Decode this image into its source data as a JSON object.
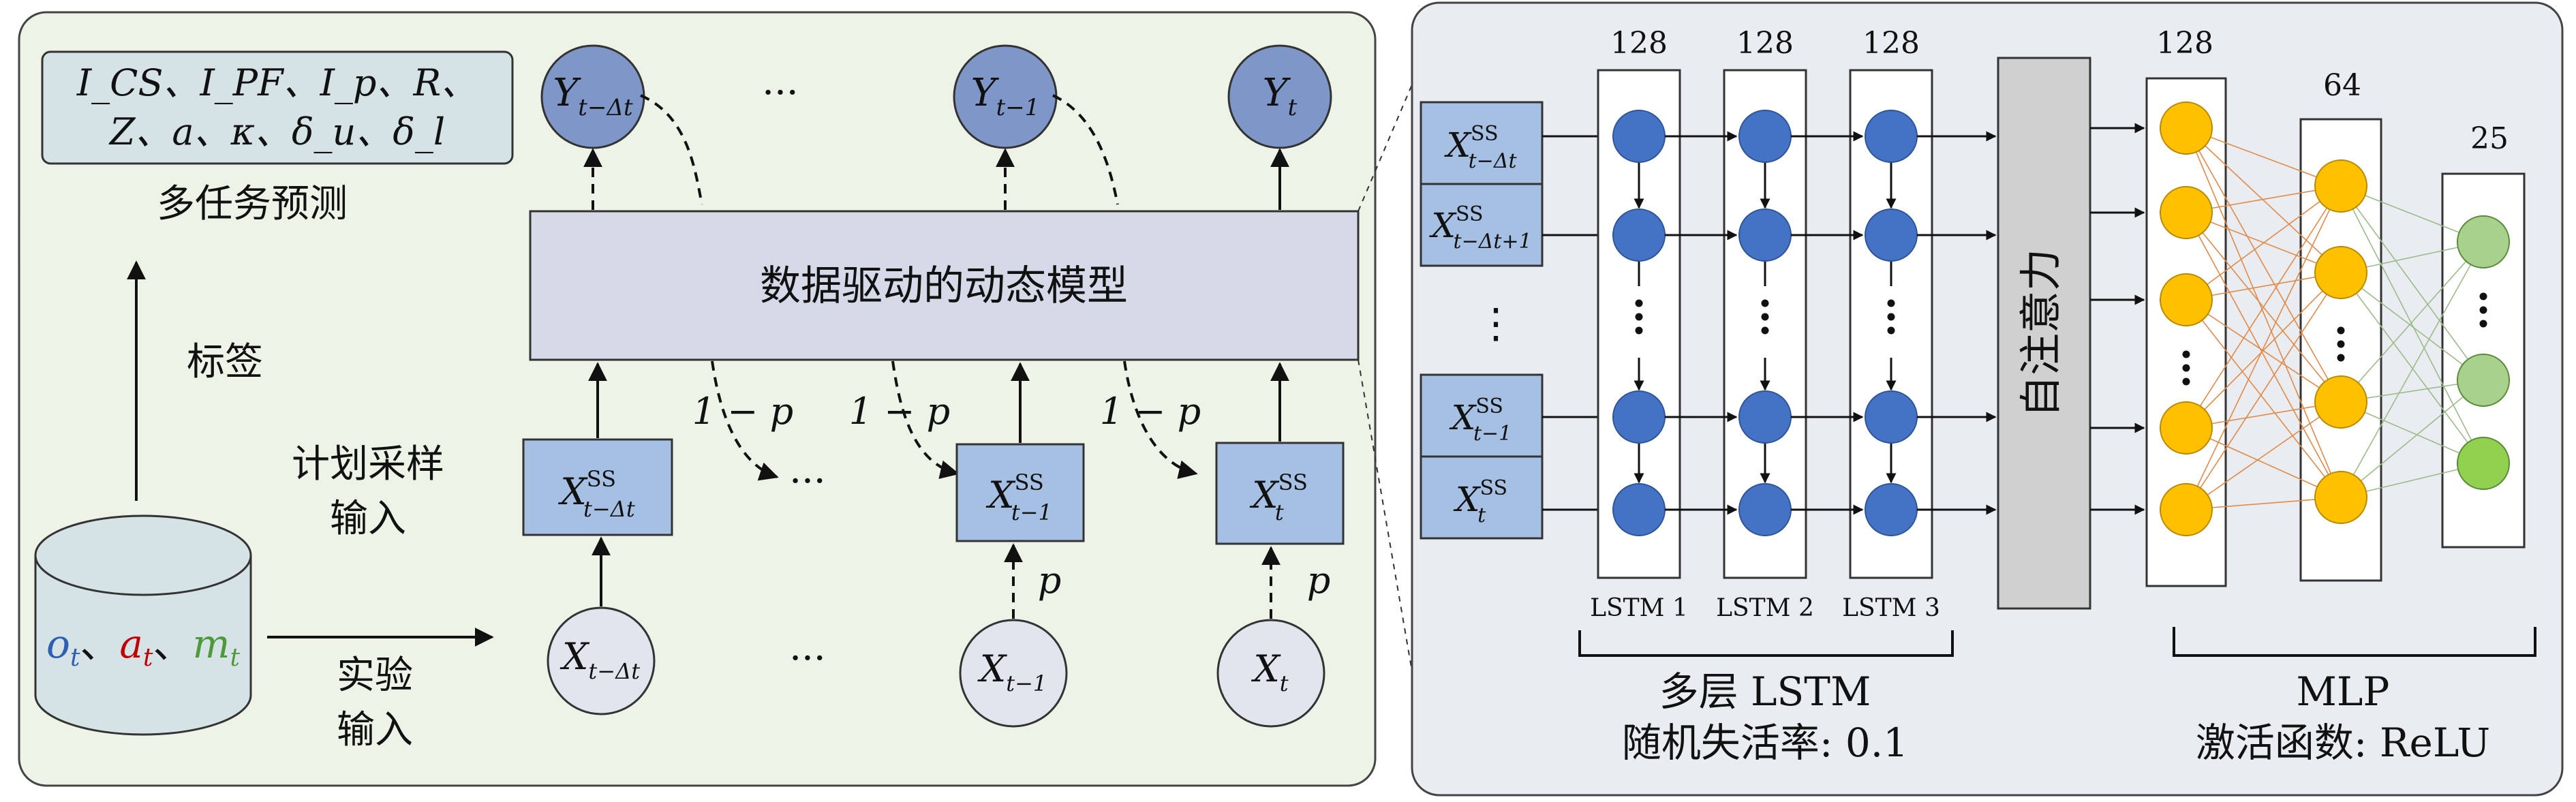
{
  "left_panel": {
    "targets_line1": "I_CS、I_PF、I_p、R、",
    "targets_line2": "Z、a、κ、δ_u、δ_l",
    "multitask_label": "多任务预测",
    "label_label": "标签",
    "sched_label_1": "计划采样",
    "sched_label_2": "输入",
    "exp_label_1": "实验",
    "exp_label_2": "输入",
    "db_o": "o",
    "db_o_sub": "t",
    "db_a": "a",
    "db_a_sub": "t",
    "db_m": "m",
    "db_m_sub": "t",
    "db_sep": "、",
    "model_label": "数据驱动的动态模型",
    "ellipsis": "···",
    "one_minus_p": "1 − p",
    "p": "p",
    "outputs": [
      {
        "main": "Y",
        "sub": "t−Δt"
      },
      {
        "main": "Y",
        "sub": "t−1"
      },
      {
        "main": "Y",
        "sub": "t"
      }
    ],
    "ss_inputs": [
      {
        "main": "X",
        "sup": "SS",
        "sub": "t−Δt"
      },
      {
        "main": "X",
        "sup": "SS",
        "sub": "t−1"
      },
      {
        "main": "X",
        "sup": "SS",
        "sub": "t"
      }
    ],
    "exp_inputs": [
      {
        "main": "X",
        "sub": "t−Δt"
      },
      {
        "main": "X",
        "sub": "t−1"
      },
      {
        "main": "X",
        "sub": "t"
      }
    ]
  },
  "right_panel": {
    "inputs": [
      {
        "main": "X",
        "sup": "SS",
        "sub": "t−Δt"
      },
      {
        "main": "X",
        "sup": "SS",
        "sub": "t−Δt+1"
      },
      {
        "main": "X",
        "sup": "SS",
        "sub": "t−1"
      },
      {
        "main": "X",
        "sup": "SS",
        "sub": "t"
      }
    ],
    "vdots": "⋮",
    "lstm_layers": [
      {
        "size": "128",
        "name": "LSTM 1"
      },
      {
        "size": "128",
        "name": "LSTM 2"
      },
      {
        "size": "128",
        "name": "LSTM 3"
      }
    ],
    "attention_label": "自注意力",
    "mlp_layers": [
      {
        "size": "128"
      },
      {
        "size": "64"
      },
      {
        "size": "25"
      }
    ],
    "lstm_group_title": "多层 LSTM",
    "lstm_group_sub": "随机失活率: 0.1",
    "mlp_group_title": "MLP",
    "mlp_group_sub": "激活函数: ReLU"
  },
  "colors": {
    "left_bg": "#eef3e8",
    "right_bg": "#e9ecf1",
    "output_node": "#7f96c8",
    "input_box": "#a6c0e3",
    "input_node": "#e3e5ee",
    "model_box": "#d6d9e8",
    "lstm_node": "#4472c4",
    "mlp_node": "#ffc000",
    "out_node_light": "#a9d18e",
    "out_node_bright": "#92d050",
    "attention": "#d0d0d0",
    "edge_orange": "#e08a4a",
    "edge_green": "#9dbb8a",
    "red": "#c00000",
    "blue": "#2e5fb0",
    "green": "#4e9a3a"
  }
}
